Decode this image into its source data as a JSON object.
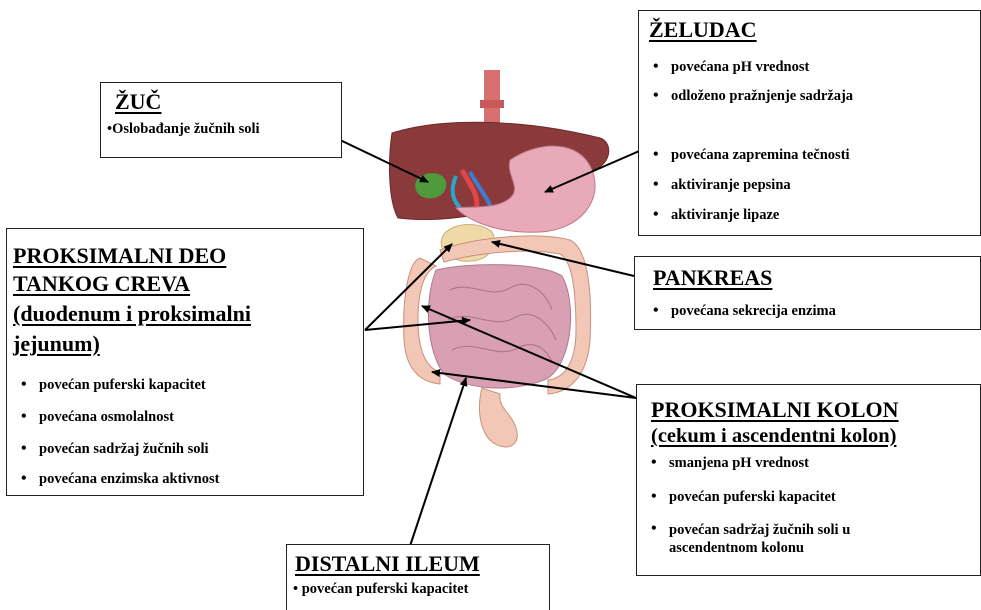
{
  "zuc": {
    "title": "ŽUČ",
    "items": [
      "Oslobađanje žučnih soli"
    ]
  },
  "zeludac": {
    "title": "ŽELUDAC",
    "items": [
      "povećana pH vrednost",
      "odloženo pražnjenje sadržaja",
      "povećana zapremina tečnosti",
      "aktiviranje pepsina",
      "aktiviranje lipaze"
    ]
  },
  "pankreas": {
    "title": "PANKREAS",
    "items": [
      "povećana sekrecija enzima"
    ]
  },
  "proksimalni_deo": {
    "title_lines": [
      "PROKSIMALNI DEO",
      "TANKOG CREVA",
      "(duodenum i proksimalni",
      "jejunum)"
    ],
    "items": [
      "povećan puferski kapacitet",
      "povećana osmolalnost",
      "povećan sadržaj žučnih soli",
      "povećana enzimska aktivnost"
    ]
  },
  "proksimalni_kolon": {
    "title_lines": [
      "PROKSIMALNI KOLON",
      "(cekum i ascendentni kolon)"
    ],
    "items": [
      "smanjena pH vrednost",
      "povećan puferski kapacitet",
      "povećan sadržaj žučnih soli u ascendentnom kolonu"
    ]
  },
  "distalni_ileum": {
    "title": "DISTALNI ILEUM",
    "items": [
      "povećan puferski kapacitet"
    ]
  }
}
